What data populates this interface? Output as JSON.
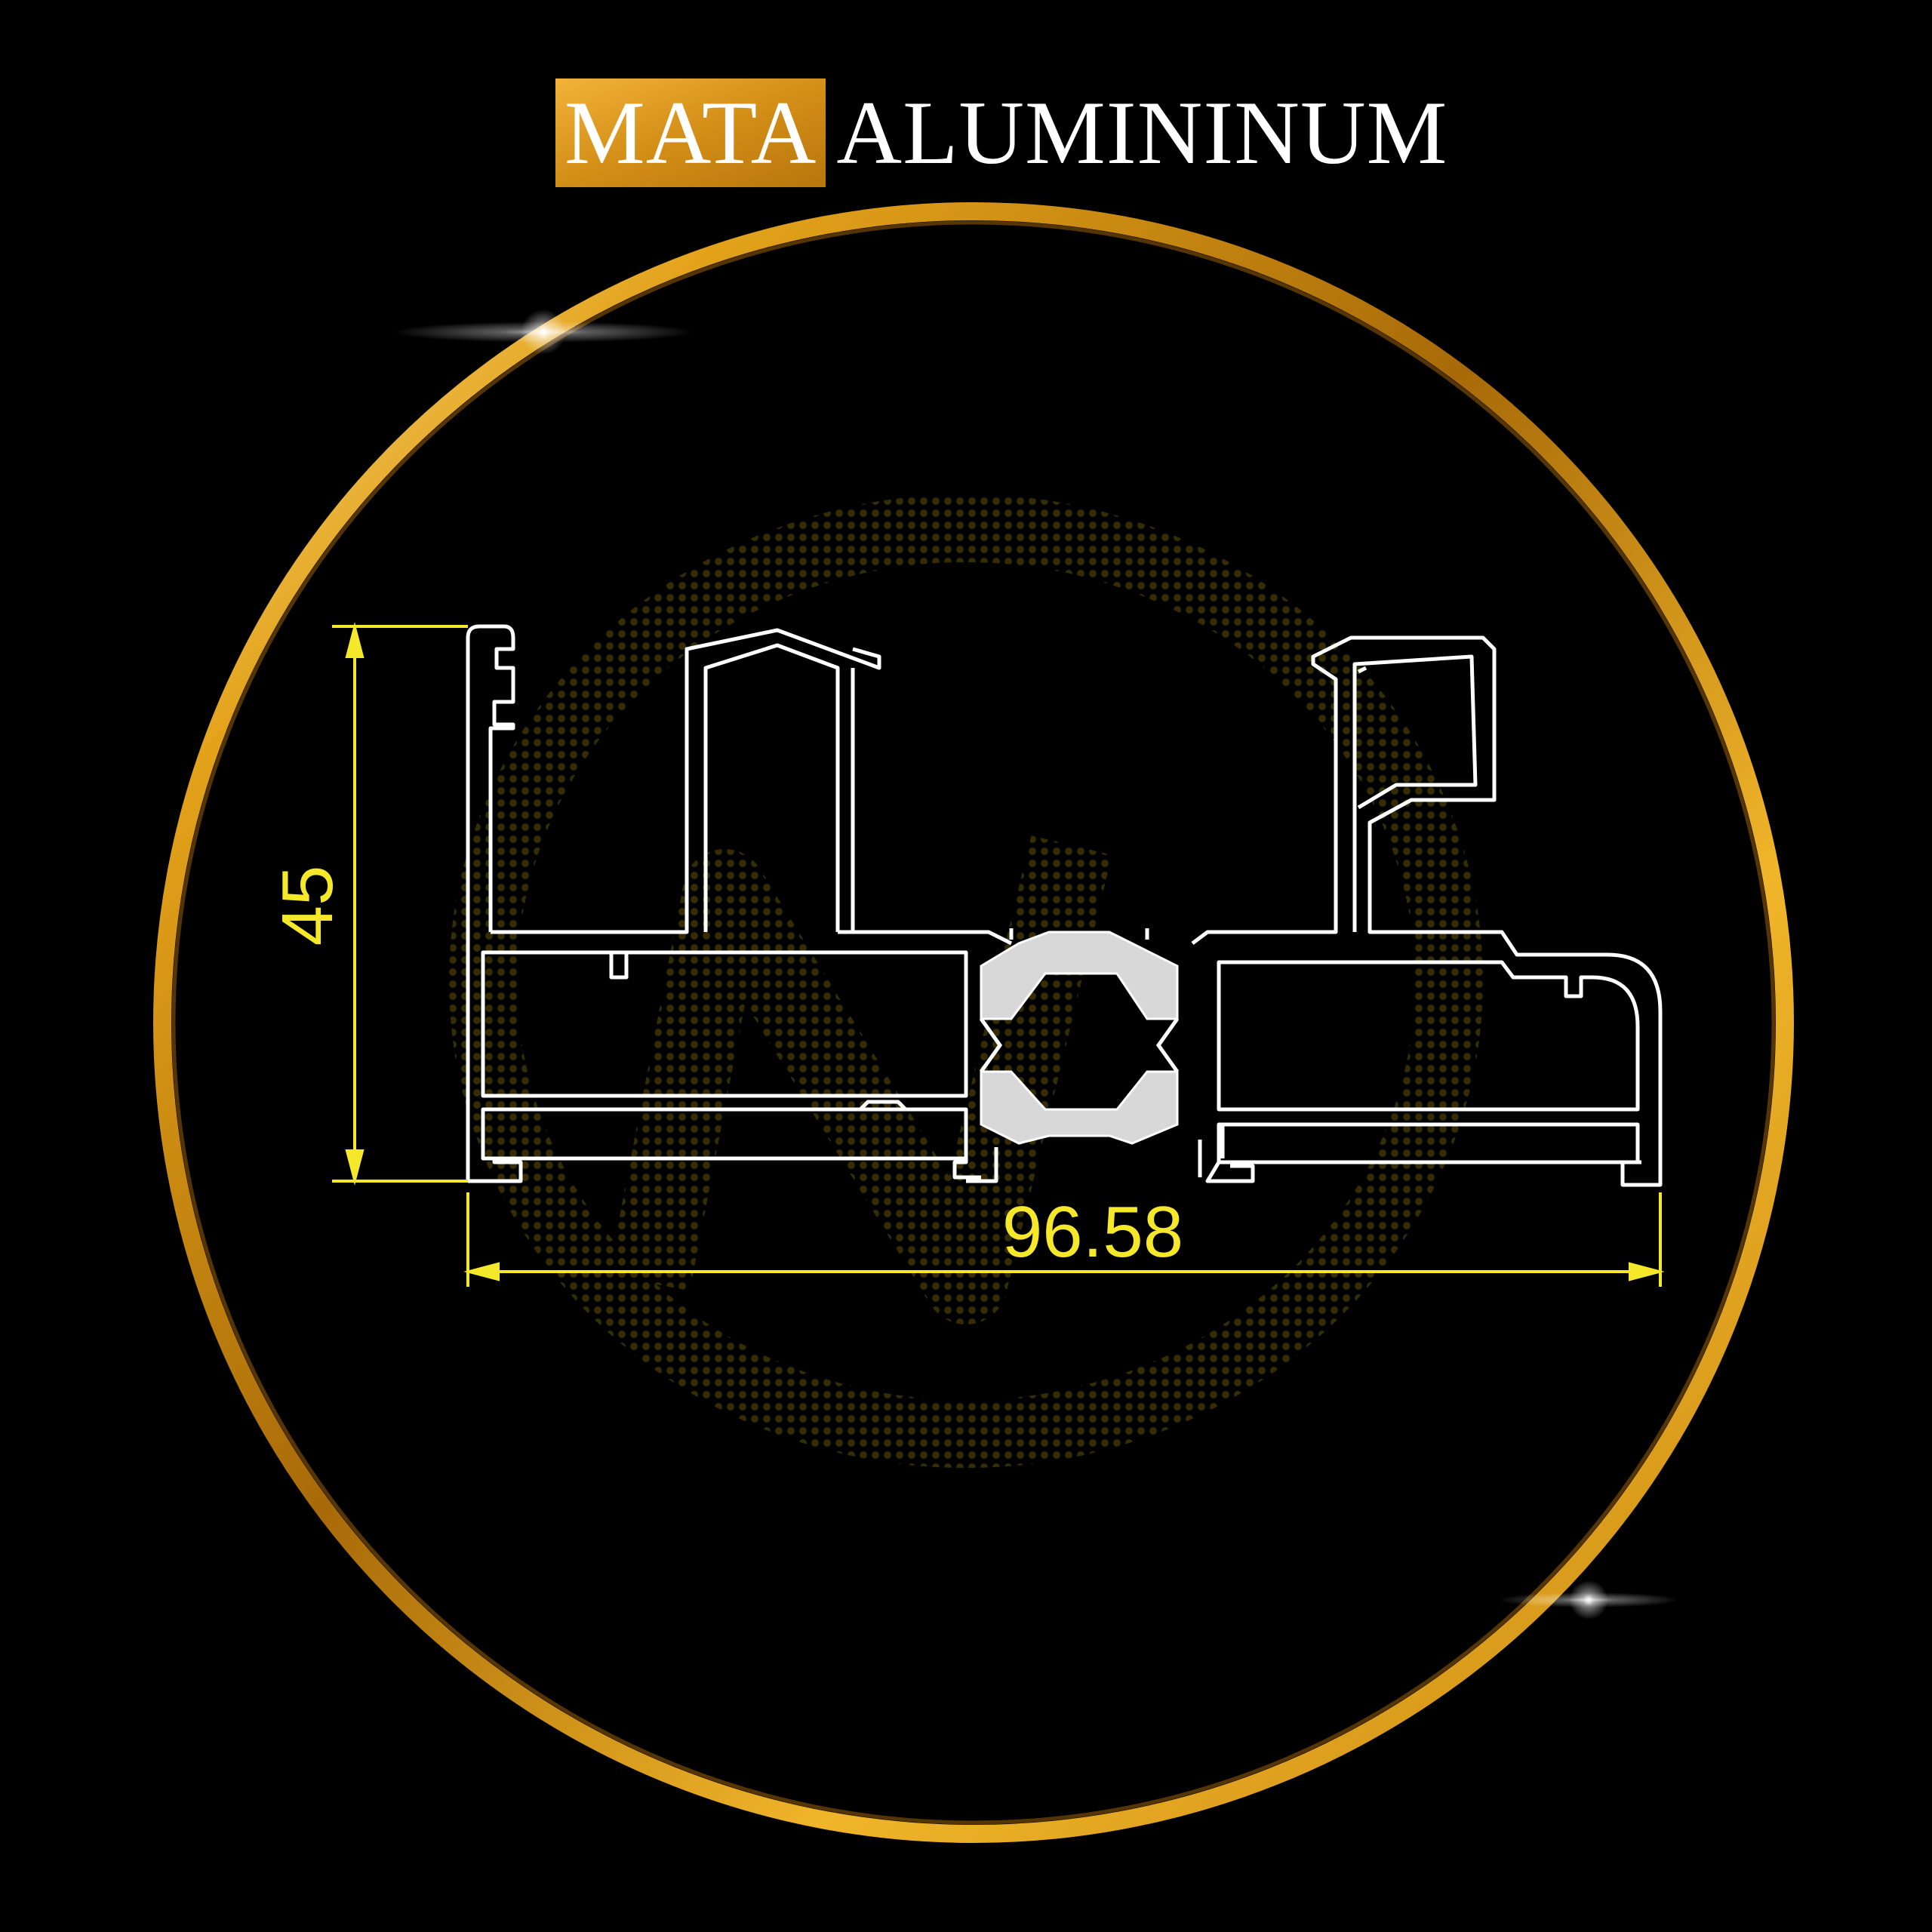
{
  "brand": {
    "highlight": "MATA",
    "rest": "ALUMININUM",
    "highlight_color": "#d99a22",
    "text_color": "#ffffff"
  },
  "diagram": {
    "dimensions": {
      "height_label": "45",
      "width_label": "96.58"
    },
    "colors": {
      "ring": "#e0a21a",
      "dimension": "#f5e82a",
      "profile": "#ffffff",
      "insulation_strip": "#d8d8d8",
      "background": "#000000"
    },
    "watermark": "decorative gold monogram"
  }
}
